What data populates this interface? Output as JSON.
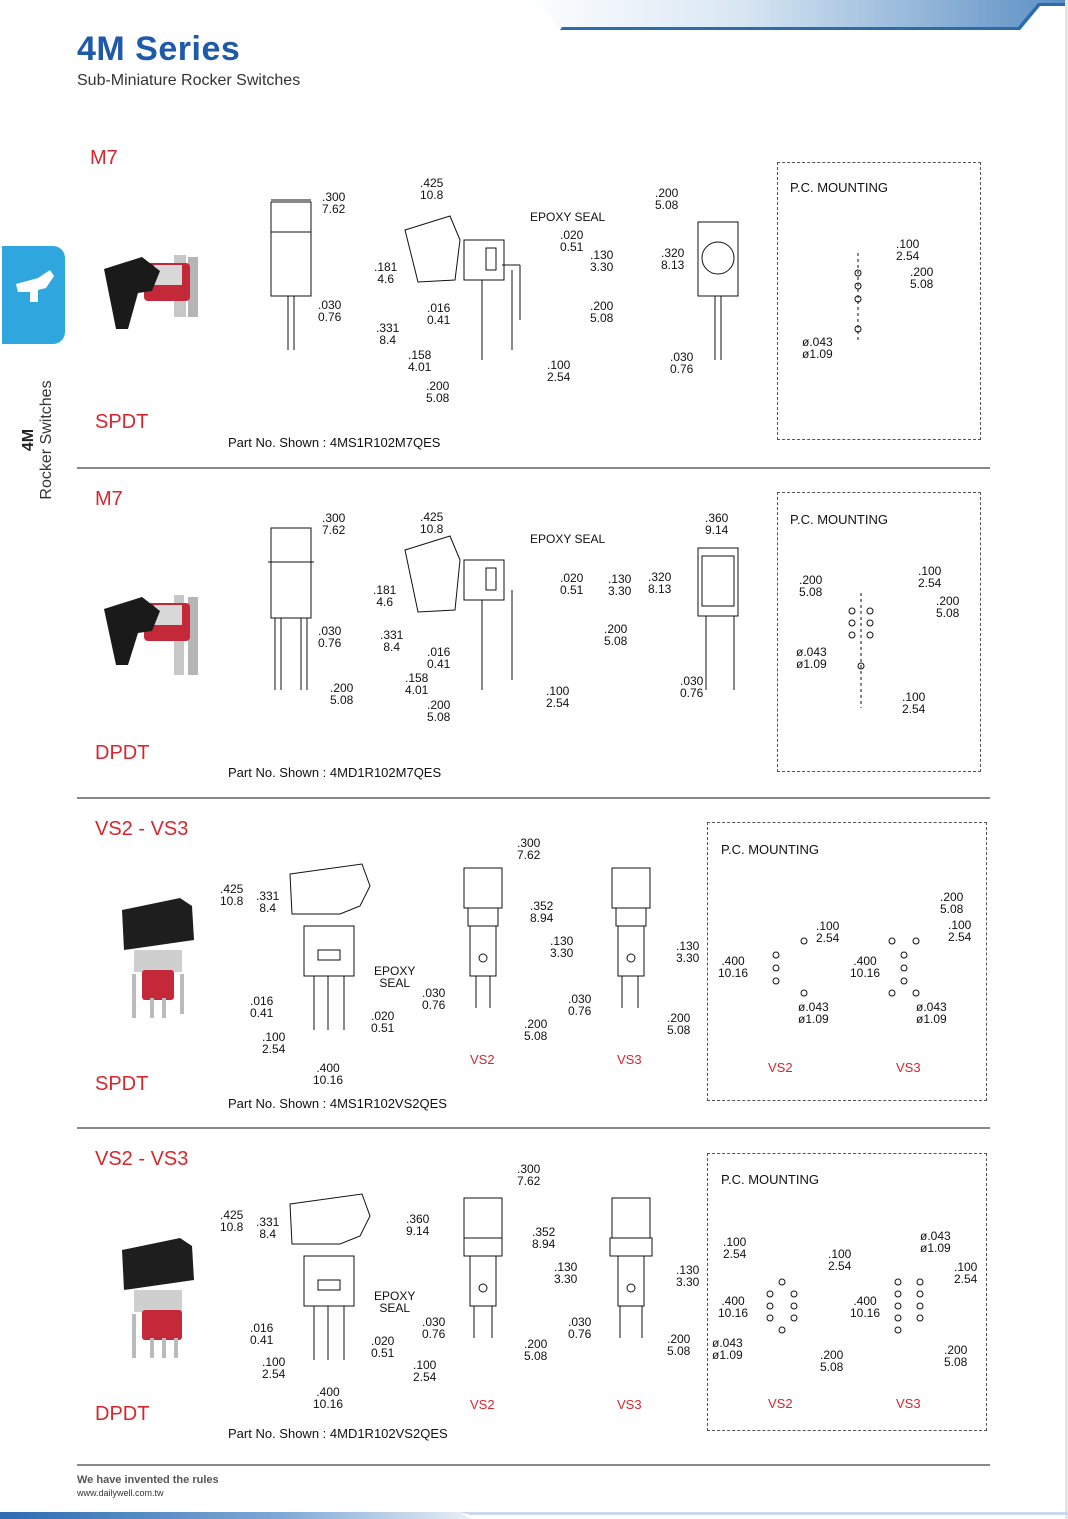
{
  "header": {
    "title": "4M Series",
    "subtitle": "Sub-Miniature Rocker Switches"
  },
  "sidebar": {
    "code": "4M",
    "label": "Rocker  Switches"
  },
  "colors": {
    "brand_blue": "#1f5aa8",
    "tab_blue": "#2fa7de",
    "accent_red": "#d8262d"
  },
  "sections": [
    {
      "title": "M7",
      "type": "SPDT",
      "part": "Part No. Shown : 4MS1R102M7QES",
      "pc_title": "P.C. MOUNTING",
      "dims": [
        ".300\n7.62",
        ".030\n0.76",
        ".425\n10.8",
        "EPOXY SEAL",
        ".181\n4.6",
        ".020\n0.51",
        ".130\n3.30",
        ".016\n0.41",
        ".200\n5.08",
        ".331\n8.4",
        ".158\n4.01",
        ".100\n2.54",
        ".200\n5.08",
        ".200\n5.08",
        ".320\n8.13",
        ".030\n0.76",
        ".100\n2.54",
        ".200\n5.08",
        "ø.043\nø1.09"
      ]
    },
    {
      "title": "M7",
      "type": "DPDT",
      "part": "Part No. Shown : 4MD1R102M7QES",
      "pc_title": "P.C. MOUNTING",
      "dims": [
        ".300\n7.62",
        ".030\n0.76",
        ".200\n5.08",
        ".425\n10.8",
        "EPOXY SEAL",
        ".181\n4.6",
        ".020\n0.51",
        ".130\n3.30",
        ".331\n8.4",
        ".016\n0.41",
        ".200\n5.08",
        ".158\n4.01",
        ".200\n5.08",
        ".100\n2.54",
        ".360\n9.14",
        ".320\n8.13",
        ".030\n0.76",
        ".200\n5.08",
        ".100\n2.54",
        ".200\n5.08",
        "ø.043\nø1.09",
        ".100\n2.54"
      ]
    },
    {
      "title": "VS2 - VS3",
      "type": "SPDT",
      "part": "Part No. Shown : 4MS1R102VS2QES",
      "pc_title": "P.C. MOUNTING",
      "view_labels": [
        "VS2",
        "VS3"
      ],
      "pc_labels": [
        "VS2",
        "VS3"
      ],
      "dims": [
        ".425\n10.8",
        ".331\n8.4",
        "EPOXY\nSEAL",
        ".016\n0.41",
        ".020\n0.51",
        ".100\n2.54",
        ".400\n10.16",
        ".300\n7.62",
        ".352\n8.94",
        ".130\n3.30",
        ".030\n0.76",
        ".200\n5.08",
        ".130\n3.30",
        ".030\n0.76",
        ".200\n5.08",
        ".100\n2.54",
        ".400\n10.16",
        "ø.043\nø1.09",
        ".200\n5.08",
        ".100\n2.54",
        ".400\n10.16",
        "ø.043\nø1.09"
      ]
    },
    {
      "title": "VS2 - VS3",
      "type": "DPDT",
      "part": "Part No. Shown : 4MD1R102VS2QES",
      "pc_title": "P.C. MOUNTING",
      "view_labels": [
        "VS2",
        "VS3"
      ],
      "pc_labels": [
        "VS2",
        "VS3"
      ],
      "dims": [
        ".425\n10.8",
        ".331\n8.4",
        "EPOXY\nSEAL",
        ".016\n0.41",
        ".020\n0.51",
        ".100\n2.54",
        ".400\n10.16",
        ".300\n7.62",
        ".360\n9.14",
        ".352\n8.94",
        ".130\n3.30",
        ".030\n0.76",
        ".200\n5.08",
        ".100\n2.54",
        ".130\n3.30",
        ".030\n0.76",
        ".200\n5.08",
        ".100\n2.54",
        ".100\n2.54",
        ".400\n10.16",
        "ø.043\nø1.09",
        ".200\n5.08",
        "ø.043\nø1.09",
        ".100\n2.54",
        ".400\n10.16",
        ".200\n5.08"
      ]
    }
  ],
  "footer": {
    "slogan": "We have invented the rules",
    "url": "www.dailywell.com.tw"
  }
}
